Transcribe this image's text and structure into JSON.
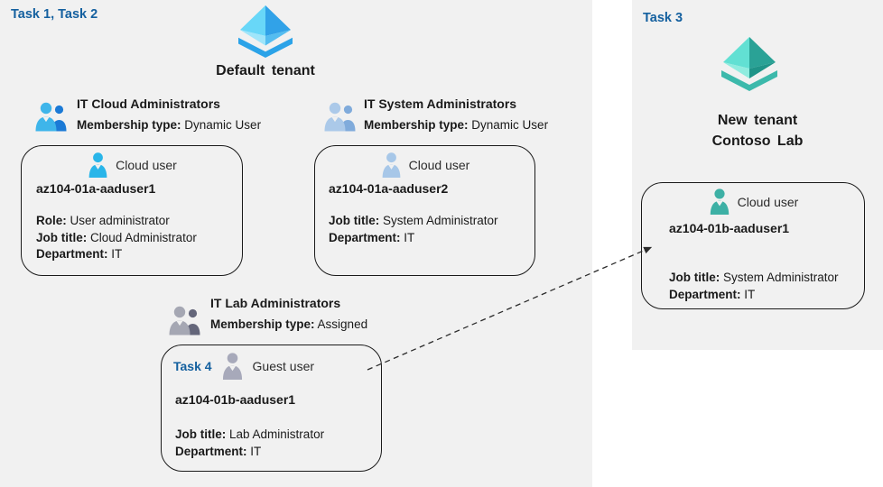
{
  "colors": {
    "panel_bg": "#f1f1f1",
    "task_label_blue": "#14609f",
    "card_border": "#1a1a1a",
    "arrow": "#2b2b2b",
    "azure_ad_blue": "#2ba3e8",
    "azure_ad_teal": "#3cb9ab"
  },
  "left_panel": {
    "task_label": "Task 1, Task 2",
    "tenant_icon": "azure-ad-tenant-icon-blue",
    "tenant_name": "Default tenant",
    "groups": [
      {
        "icon": "group-people-icon-blue",
        "name": "IT Cloud Administrators",
        "membership_label": "Membership type:",
        "membership_value": "Dynamic User"
      },
      {
        "icon": "group-people-icon-paleblue",
        "name": "IT System Administrators",
        "membership_label": "Membership type:",
        "membership_value": "Dynamic User"
      },
      {
        "icon": "group-people-icon-gray",
        "name": "IT Lab Administrators",
        "membership_label": "Membership type:",
        "membership_value": "Assigned"
      }
    ],
    "users": [
      {
        "icon": "cloud-user-icon-cyan",
        "type_label": "Cloud user",
        "name": "az104-01a-aaduser1",
        "fields": [
          {
            "label": "Role:",
            "value": "User administrator"
          },
          {
            "label": "Job title:",
            "value": "Cloud Administrator"
          },
          {
            "label": "Department:",
            "value": "IT"
          }
        ]
      },
      {
        "icon": "cloud-user-icon-paleblue",
        "type_label": "Cloud user",
        "name": "az104-01a-aaduser2",
        "fields": [
          {
            "label": "Job title:",
            "value": "System Administrator"
          },
          {
            "label": "Department:",
            "value": "IT"
          }
        ]
      },
      {
        "icon": "guest-user-icon-gray",
        "task_label": "Task 4",
        "type_label": "Guest user",
        "name": "az104-01b-aaduser1",
        "fields": [
          {
            "label": "Job title:",
            "value": "Lab Administrator"
          },
          {
            "label": "Department:",
            "value": "IT"
          }
        ]
      }
    ]
  },
  "right_panel": {
    "task_label": "Task 3",
    "tenant_icon": "azure-ad-tenant-icon-teal",
    "tenant_name_line1": "New tenant",
    "tenant_name_line2": "Contoso Lab",
    "user": {
      "icon": "cloud-user-icon-teal",
      "type_label": "Cloud user",
      "name": "az104-01b-aaduser1",
      "fields": [
        {
          "label": "Job title:",
          "value": "System Administrator"
        },
        {
          "label": "Department:",
          "value": "IT"
        }
      ]
    }
  },
  "arrow": {
    "from": "guest-user-card",
    "to": "new-tenant-cloud-user-card",
    "style": "dashed"
  }
}
